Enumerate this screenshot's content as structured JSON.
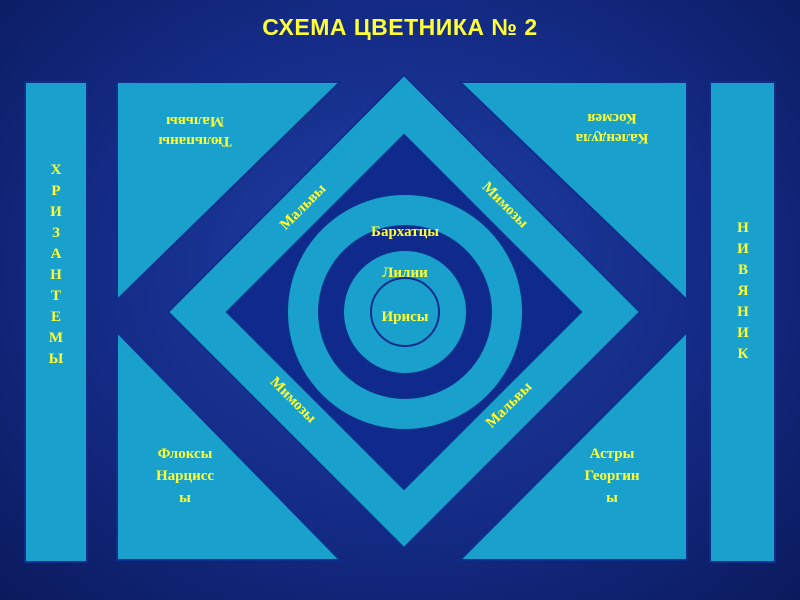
{
  "title": "СХЕМА ЦВЕТНИКА № 2",
  "colors": {
    "shape": "#1aa0cc",
    "outline": "#0d2e8a",
    "text": "#ffff33"
  },
  "beds": {
    "top_left": [
      "Тюльпаны",
      "Мальвы"
    ],
    "top_right": [
      "Календула",
      "Космея"
    ],
    "bottom_left": [
      "Флоксы",
      "Нарцисс",
      "ы"
    ],
    "bottom_right": [
      "Астры",
      "Георгин",
      "ы"
    ],
    "left_strip": "ХРИЗАНТЕМЫ",
    "right_strip": "НИВЯНИК"
  },
  "diamond": {
    "upper_left": "Мальвы",
    "upper_right": "Мимозы",
    "lower_left": "Мимозы",
    "lower_right": "Мальвы"
  },
  "circles": {
    "outer": "Бархатцы",
    "middle": "Лилии",
    "inner": "Ирисы"
  }
}
